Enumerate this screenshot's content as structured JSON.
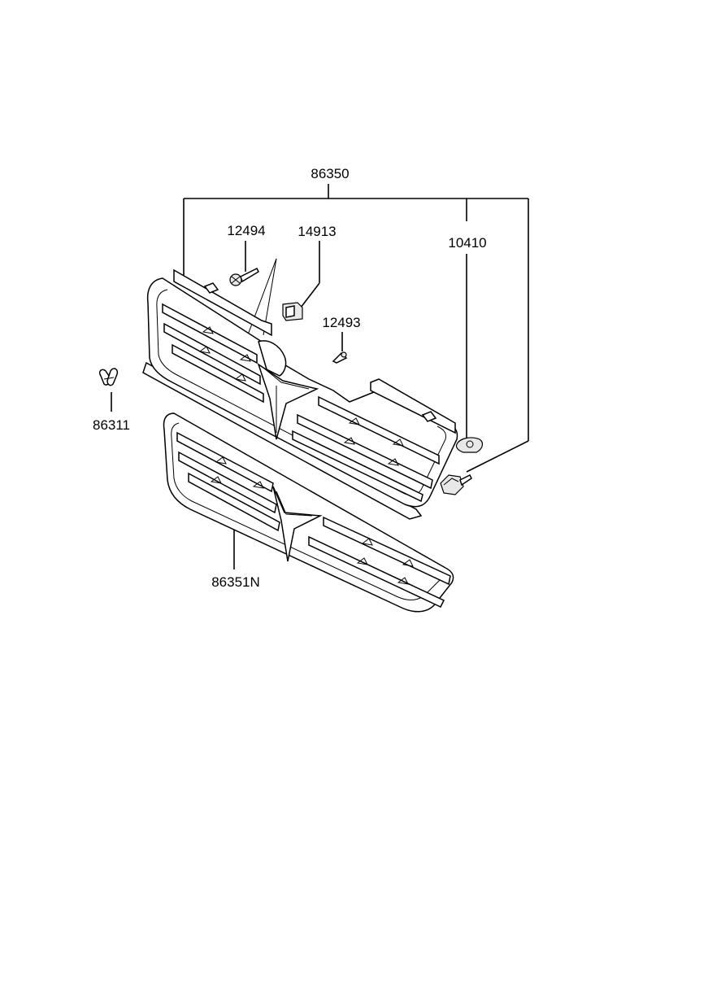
{
  "diagram": {
    "labels": {
      "grille_assembly": "86350",
      "screw_upper": "12494",
      "clip_upper": "14913",
      "screw_small": "12493",
      "clip_nut": "10410",
      "clip_side": "86311",
      "grille_lower": "86351N"
    }
  }
}
